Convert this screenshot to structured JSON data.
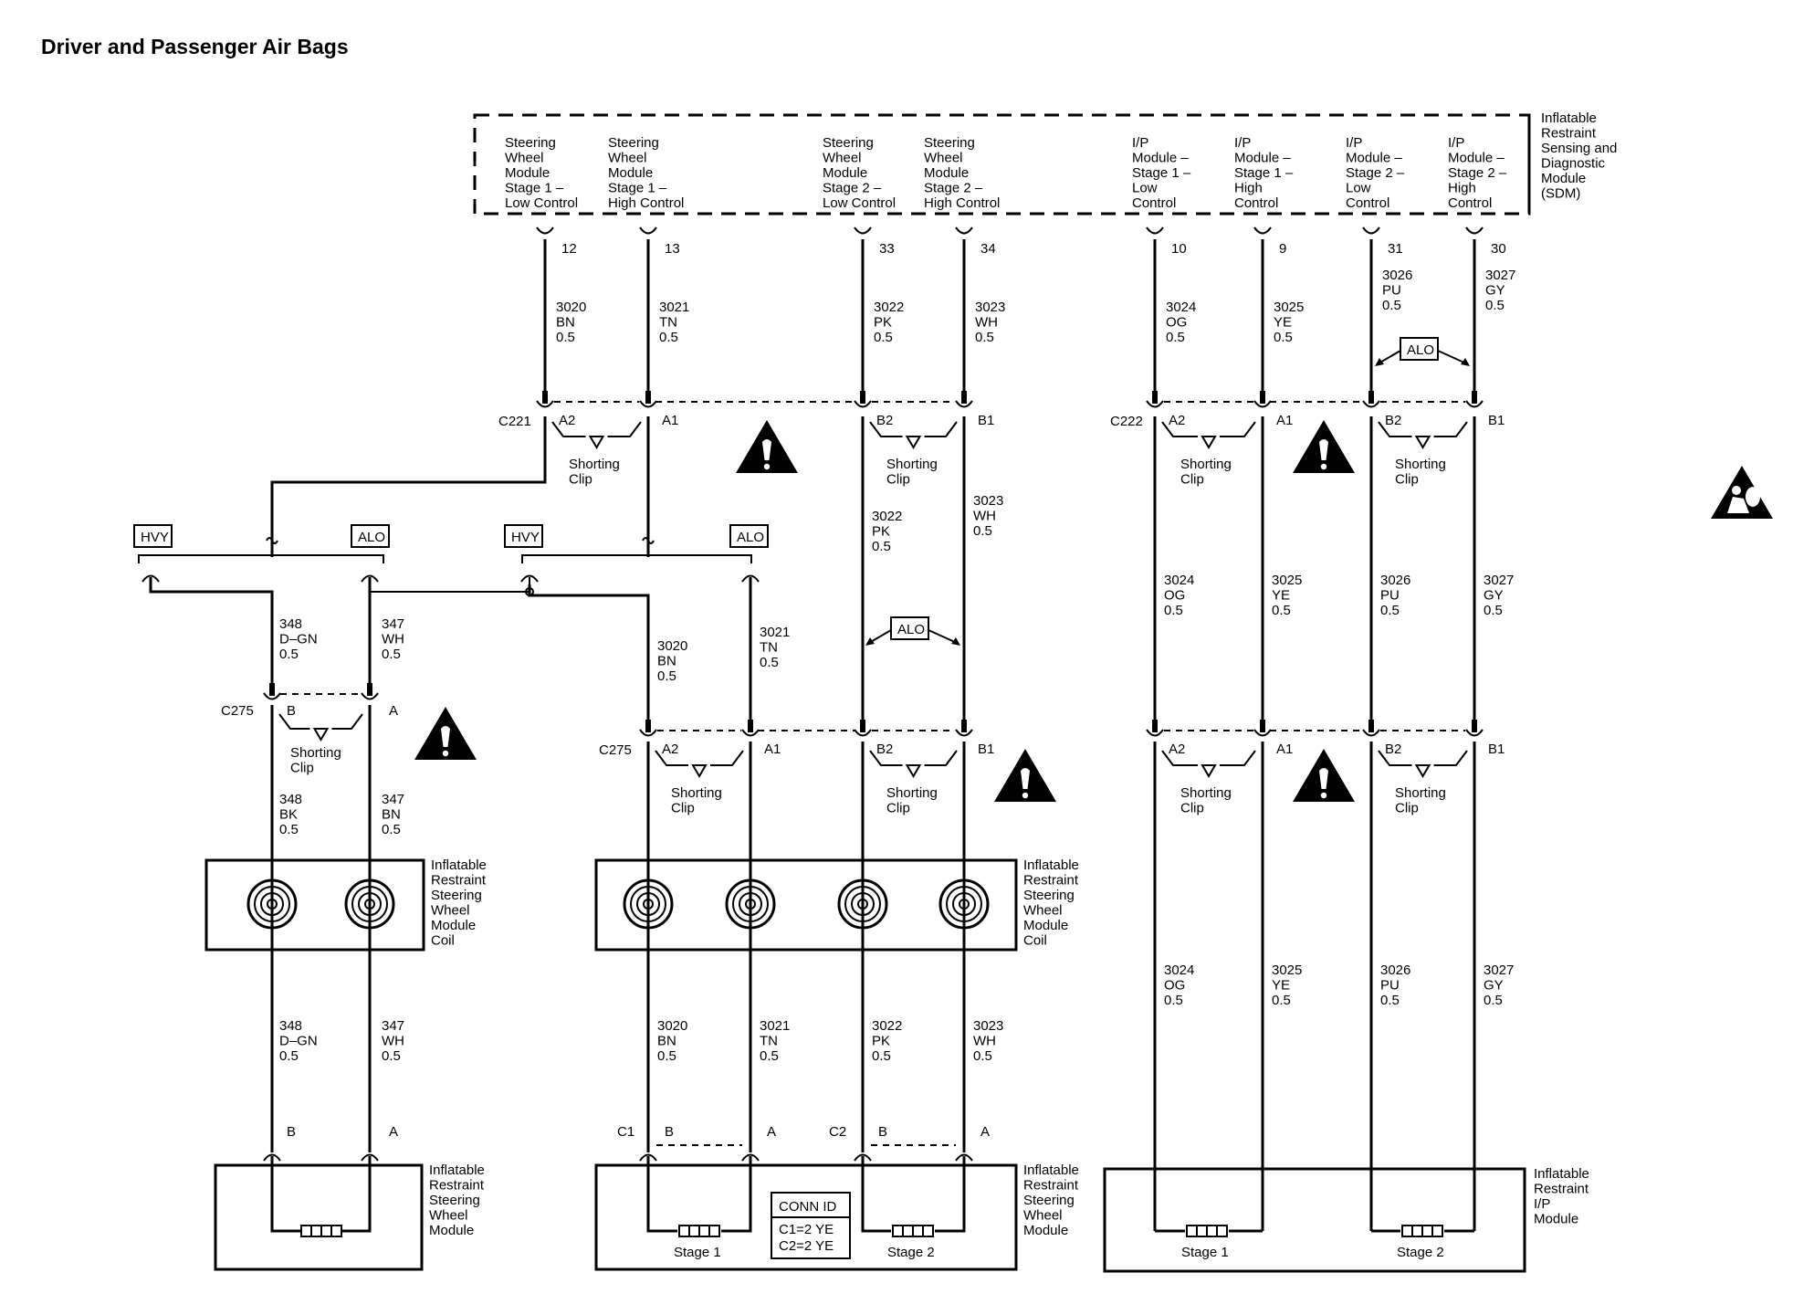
{
  "title": "Driver and Passenger Air Bags",
  "sdm": {
    "name": [
      "Inflatable",
      "Restraint",
      "Sensing and",
      "Diagnostic",
      "Module",
      "(SDM)"
    ],
    "terminals": [
      {
        "pin": "12",
        "label": [
          "Steering",
          "Wheel",
          "Module",
          "Stage 1 –",
          "Low Control"
        ]
      },
      {
        "pin": "13",
        "label": [
          "Steering",
          "Wheel",
          "Module",
          "Stage 1 –",
          "High Control"
        ]
      },
      {
        "pin": "33",
        "label": [
          "Steering",
          "Wheel",
          "Module",
          "Stage 2 –",
          "Low Control"
        ]
      },
      {
        "pin": "34",
        "label": [
          "Steering",
          "Wheel",
          "Module",
          "Stage 2 –",
          "High Control"
        ]
      },
      {
        "pin": "10",
        "label": [
          "I/P",
          "Module –",
          "Stage 1 –",
          "Low",
          "Control"
        ]
      },
      {
        "pin": "9",
        "label": [
          "I/P",
          "Module –",
          "Stage 1 –",
          "High",
          "Control"
        ]
      },
      {
        "pin": "31",
        "label": [
          "I/P",
          "Module –",
          "Stage 2 –",
          "Low",
          "Control"
        ]
      },
      {
        "pin": "30",
        "label": [
          "I/P",
          "Module –",
          "Stage 2 –",
          "High",
          "Control"
        ]
      }
    ]
  },
  "wires": {
    "w3020": [
      "3020",
      "BN",
      "0.5"
    ],
    "w3021": [
      "3021",
      "TN",
      "0.5"
    ],
    "w3022": [
      "3022",
      "PK",
      "0.5"
    ],
    "w3023": [
      "3023",
      "WH",
      "0.5"
    ],
    "w3024": [
      "3024",
      "OG",
      "0.5"
    ],
    "w3025": [
      "3025",
      "YE",
      "0.5"
    ],
    "w3026": [
      "3026",
      "PU",
      "0.5"
    ],
    "w3027": [
      "3027",
      "GY",
      "0.5"
    ],
    "w348dgn": [
      "348",
      "D–GN",
      "0.5"
    ],
    "w347wh": [
      "347",
      "WH",
      "0.5"
    ],
    "w348bk": [
      "348",
      "BK",
      "0.5"
    ],
    "w347bn": [
      "347",
      "BN",
      "0.5"
    ]
  },
  "connectors": {
    "c221": "C221",
    "c222": "C222",
    "c275": "C275",
    "c1": "C1",
    "c2": "C2"
  },
  "pins": {
    "a1": "A1",
    "a2": "A2",
    "b1": "B1",
    "b2": "B2",
    "a": "A",
    "b": "B"
  },
  "options": {
    "hvy": "HVY",
    "alo": "ALO"
  },
  "shorting_clip": [
    "Shorting",
    "Clip"
  ],
  "components": {
    "coil": [
      "Inflatable",
      "Restraint",
      "Steering",
      "Wheel",
      "Module",
      "Coil"
    ],
    "steering_module": [
      "Inflatable",
      "Restraint",
      "Steering",
      "Wheel",
      "Module"
    ],
    "ip_module": [
      "Inflatable",
      "Restraint",
      "I/P",
      "Module"
    ],
    "stage1": "Stage 1",
    "stage2": "Stage 2"
  },
  "conn_id": {
    "title": "CONN ID",
    "lines": [
      "C1=2 YE",
      "C2=2 YE"
    ]
  },
  "icons": {
    "warning": "warning-triangle-icon",
    "airbag": "airbag-person-icon"
  }
}
